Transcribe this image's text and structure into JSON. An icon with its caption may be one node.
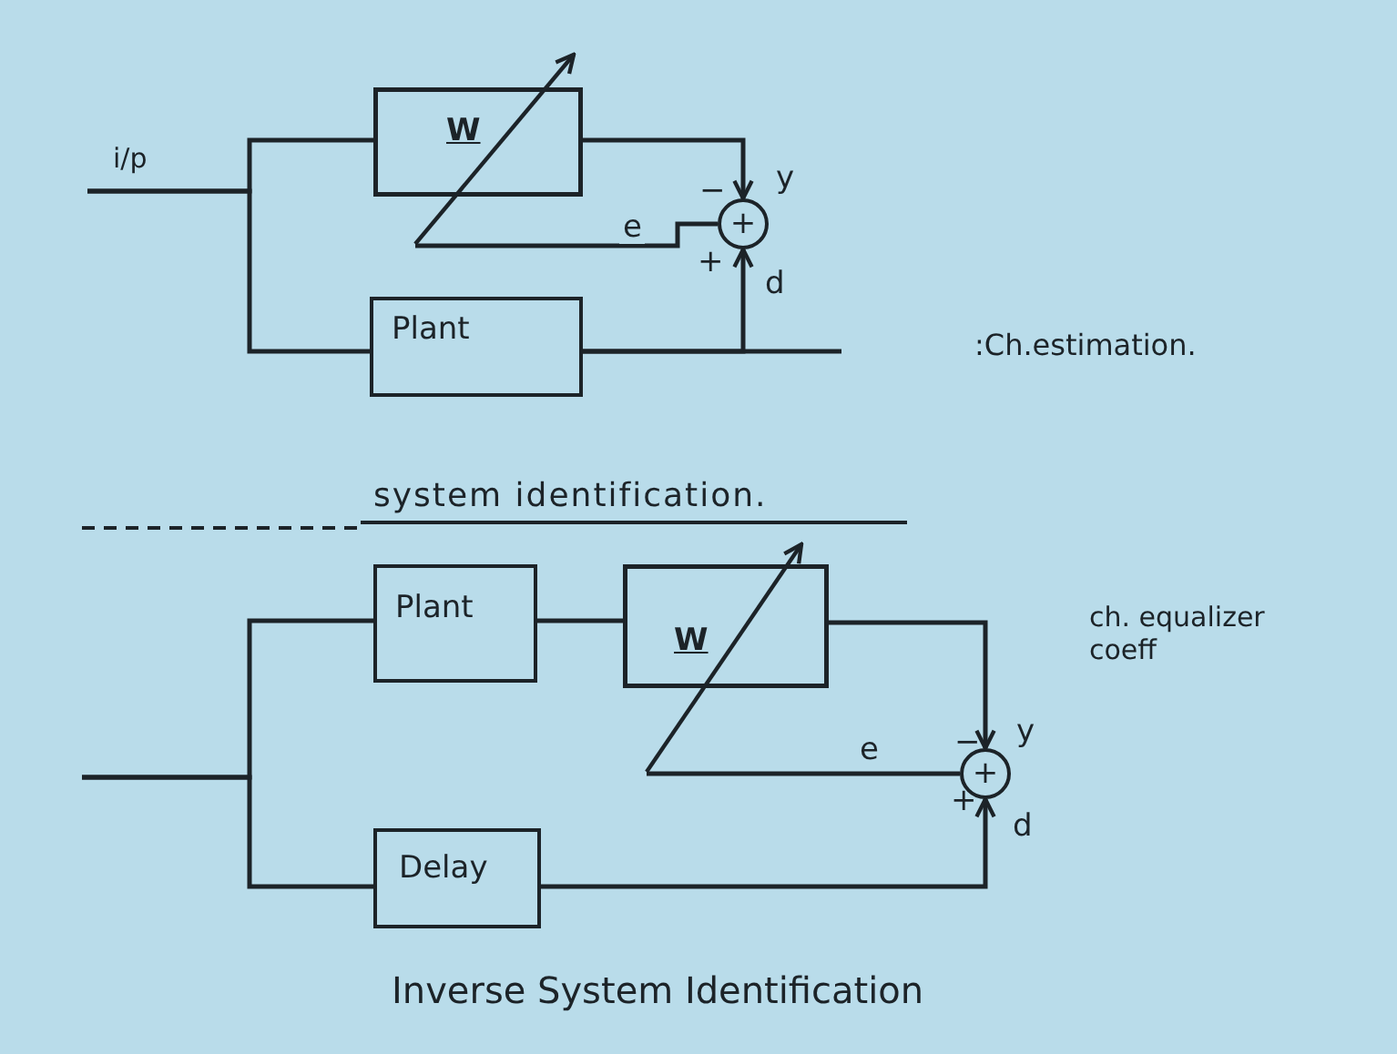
{
  "diagram": {
    "nodes": [
      {
        "text": [
          "W"
        ]
      },
      {
        "text": [
          "+"
        ]
      },
      {
        "text": [
          "Plant"
        ]
      },
      {
        "text": [
          "Plant"
        ]
      },
      {
        "text": [
          "W"
        ]
      },
      {
        "text": [
          "+"
        ]
      },
      {
        "text": [
          "Delay"
        ]
      }
    ],
    "edges": [
      {
        "from": null,
        "to": 0,
        "arrow": "none"
      },
      {
        "from": null,
        "to": 2,
        "arrow": "none"
      },
      {
        "from": 0,
        "to": 1,
        "arrow": "to",
        "label": "y"
      },
      {
        "from": 2,
        "to": 1,
        "arrow": "to",
        "label": "d"
      },
      {
        "from": 2,
        "to": null,
        "arrow": "none"
      },
      {
        "from": 1,
        "to": 0,
        "arrow": "none",
        "label": "e"
      },
      {
        "from": null,
        "to": 3,
        "arrow": "none"
      },
      {
        "from": null,
        "to": 6,
        "arrow": "none"
      },
      {
        "from": 3,
        "to": 4,
        "arrow": "none"
      },
      {
        "from": 4,
        "to": 5,
        "arrow": "to",
        "label": "y"
      },
      {
        "from": 6,
        "to": 5,
        "arrow": "to",
        "label": "d"
      },
      {
        "from": 5,
        "to": 4,
        "arrow": "none",
        "label": "e"
      }
    ],
    "labels": [
      "i/p",
      "−",
      "+",
      ":Ch.estimation.",
      "system identification.",
      "ch. equalizer coeff",
      "−",
      "+",
      "Inverse System Identification"
    ]
  }
}
